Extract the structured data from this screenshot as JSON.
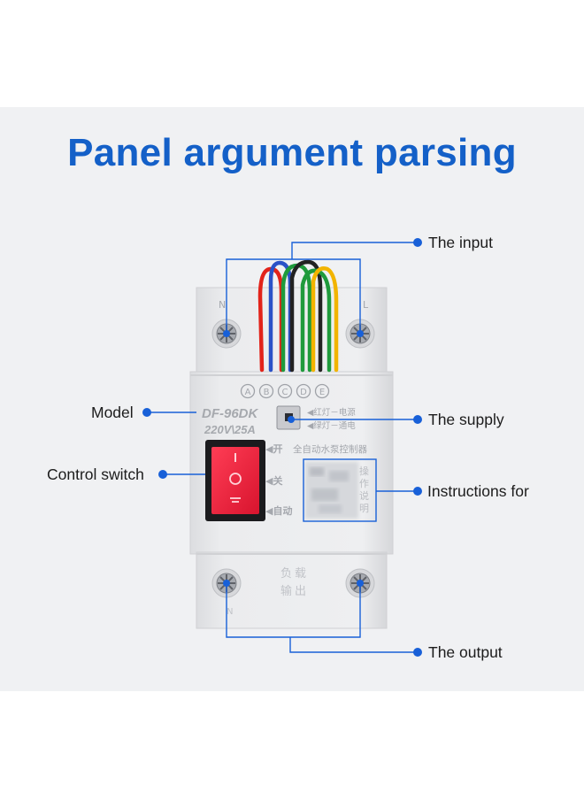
{
  "title": "Panel argument parsing",
  "labels": {
    "input": "The input",
    "model": "Model",
    "supply": "The supply",
    "control_switch": "Control switch",
    "instructions": "Instructions for",
    "output": "The output"
  },
  "device": {
    "terminal_letters": [
      "A",
      "B",
      "C",
      "D",
      "E"
    ],
    "model_number": "DF-96DK",
    "rating": "220V\\25A",
    "led_red": "◀红灯－电源",
    "led_green": "◀绿灯－通电",
    "product_name": "全自动水泵控制器",
    "switch_on": "◀开",
    "switch_off": "◀关",
    "switch_auto": "◀自动",
    "instruction_chars": [
      "操",
      "作",
      "说",
      "明"
    ],
    "output_chars": [
      "负",
      "载",
      "输",
      "出"
    ],
    "terminal_left": "N",
    "terminal_right": "L"
  },
  "colors": {
    "title": "#1460c8",
    "callout": "#1860d8",
    "housing": "#e8e9eb",
    "switch_red": "#e8203c"
  },
  "wires": [
    "#e2231a",
    "#2a52c8",
    "#1f9a3c",
    "#222222",
    "#1f9a3c",
    "#f2b400"
  ]
}
